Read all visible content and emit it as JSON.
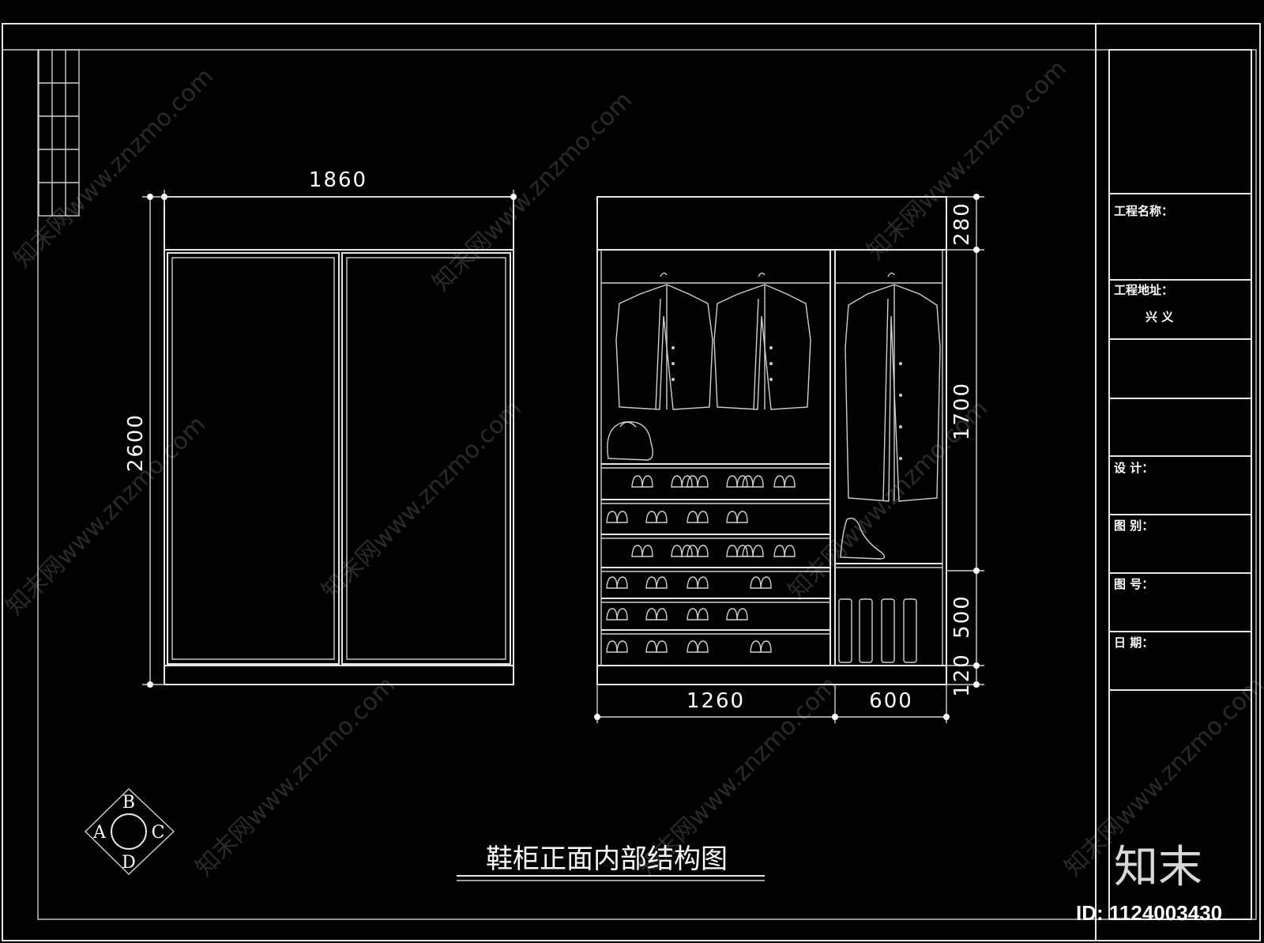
{
  "drawing": {
    "title": "鞋柜正面内部结构图",
    "front_view": {
      "width_dim": "1860",
      "height_dim": "2600"
    },
    "interior_view": {
      "top_dim": "280",
      "hang_dim": "1700",
      "lower_dim": "500",
      "base_dim": "120",
      "left_width_dim": "1260",
      "right_width_dim": "600"
    },
    "compass": {
      "top": "B",
      "left": "A",
      "right": "C",
      "bottom": "D"
    }
  },
  "title_block": {
    "project_name_label": "工程名称：",
    "project_address_label": "工程地址：",
    "project_address_value": "兴  义",
    "designer_label": "设    计：",
    "drawing_type_label": "图    别：",
    "drawing_no_label": "图    号：",
    "date_label": "日    期："
  },
  "watermark": {
    "text": "知末网www.znzmo.com",
    "logo": "知末",
    "id": "ID: 1124003430"
  },
  "colors": {
    "background": "#000000",
    "line": "#e6e6e6",
    "text": "#ffffff"
  }
}
